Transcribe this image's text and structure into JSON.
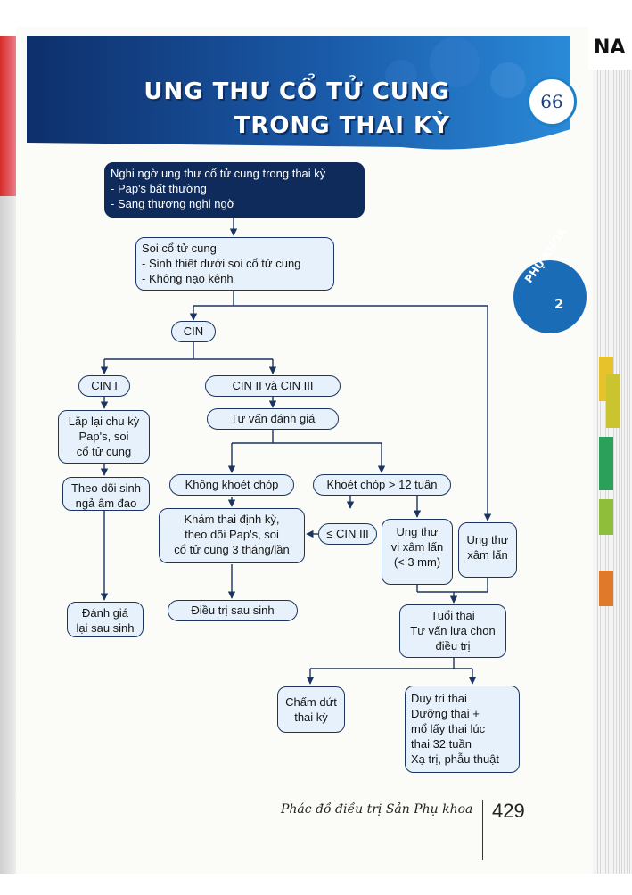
{
  "header": {
    "title_line1": "UNG THƯ CỔ TỬ CUNG",
    "title_line2": "TRONG THAI KỲ",
    "chapter_number": "66"
  },
  "side_tab": {
    "label": "PHỤ KHOA",
    "number": "2"
  },
  "side_stack": {
    "label": "NA"
  },
  "flowchart": {
    "start": {
      "title": "Nghi ngờ ung thư cổ tử cung trong thai kỳ",
      "items": [
        "- Pap's bất thường",
        "- Sang thương nghi ngờ"
      ]
    },
    "colposcopy": {
      "title": "Soi cổ tử cung",
      "items": [
        " - Sinh thiết dưới soi cổ tử cung",
        " - Không nạo kênh"
      ]
    },
    "cin": "CIN",
    "cin1": "CIN I",
    "cin23": "CIN II và CIN III",
    "repeat_pap": [
      "Lặp lại chu kỳ",
      "Pap's, soi",
      "cổ tử cung"
    ],
    "counsel": "Tư vấn đánh giá",
    "monitor_vaginal": [
      "Theo dõi sinh",
      "ngả âm đạo"
    ],
    "no_cone": "Không khoét chóp",
    "cone": "Khoét chóp > 12 tuần",
    "prenatal": [
      "Khám thai định kỳ,",
      "theo dõi Pap's, soi",
      "cổ tử cung 3 tháng/lần"
    ],
    "le_cin3": "≤ CIN III",
    "microinvasive": [
      "Ung thư",
      "vi xâm lấn",
      "(< 3 mm)"
    ],
    "invasive": [
      "Ung thư",
      "xâm lấn"
    ],
    "reassess": [
      "Đánh giá",
      "lại sau sinh"
    ],
    "postpartum": "Điều trị sau sinh",
    "gestational_age": [
      "Tuổi thai",
      "Tư vấn lựa chọn",
      "điều trị"
    ],
    "terminate": [
      "Chấm dứt",
      "thai kỳ"
    ],
    "continue": [
      "Duy trì thai",
      "Dưỡng thai +",
      "mổ lấy thai lúc",
      "thai 32 tuần",
      "Xạ trị, phẫu thuật"
    ]
  },
  "footer": {
    "book_title": "Phác đồ điều trị Sản Phụ khoa",
    "page_number": "429"
  }
}
